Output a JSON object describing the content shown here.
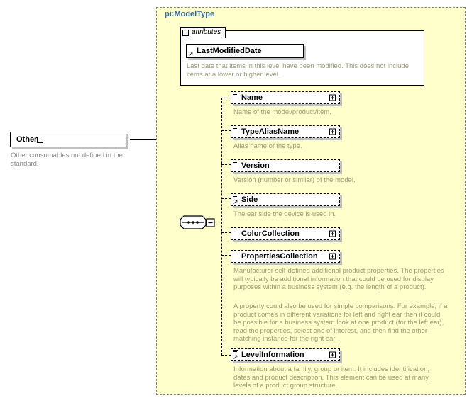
{
  "diagram": {
    "kind": "xsd-schema-documentation",
    "colors": {
      "type_background": "#FFFFCC",
      "type_title": "#336699",
      "annotation_text": "#9a9a72",
      "box_fill": "#FFFFFF",
      "box_shadow": "#C0C0C0",
      "line": "#000000"
    }
  },
  "root_element": {
    "name": "Other",
    "annotation": "Other consumables not defined in the standard.",
    "collapse_icon": "minus-toggle-icon"
  },
  "complex_type": {
    "title": "pi:ModelType",
    "attributes_panel": {
      "tab_label": "attributes",
      "toggle_icon": "minus-toggle-icon",
      "attributes": [
        {
          "name": "LastModifiedDate",
          "annotation": "Last date that items in this level have been modified. This does not include items at a lower or higher level.",
          "has_doc_icon": false,
          "has_arrow_icon": true,
          "expandable": false
        }
      ]
    },
    "compositor": {
      "kind": "sequence",
      "icon": "sequence-compositor-icon",
      "toggle_icon": "minus-toggle-icon"
    },
    "elements": [
      {
        "name": "Name",
        "annotation": "Name of the model/product/item.",
        "has_doc_icon": true,
        "has_arrow_icon": false,
        "expandable": true,
        "expand_icon": "plus-toggle-icon"
      },
      {
        "name": "TypeAliasName",
        "annotation": "Alias name of the type.",
        "has_doc_icon": true,
        "has_arrow_icon": false,
        "expandable": true,
        "expand_icon": "plus-toggle-icon"
      },
      {
        "name": "Version",
        "annotation": "Version (number or similar) of the model.",
        "has_doc_icon": true,
        "has_arrow_icon": false,
        "expandable": false,
        "expand_icon": ""
      },
      {
        "name": "Side",
        "annotation": "The ear side the device is used in.",
        "has_doc_icon": true,
        "has_arrow_icon": true,
        "expandable": false,
        "expand_icon": ""
      },
      {
        "name": "ColorCollection",
        "annotation": "",
        "has_doc_icon": false,
        "has_arrow_icon": false,
        "expandable": true,
        "expand_icon": "plus-toggle-icon"
      },
      {
        "name": "PropertiesCollection",
        "annotation": "Manufacturer self-defined additional product properties.  The properties will typically be additional information that could be used for display purposes within a business system (e.g. the length of a product).",
        "annotation2": "A property could also be used for simple comparisons.  For example, if a product comes in different variations for left and right ear then it could be possible for a business system look at one product (for the left ear), read the properties, select one of interest, and then find the other matching instance for the right ear.",
        "has_doc_icon": false,
        "has_arrow_icon": false,
        "expandable": true,
        "expand_icon": "plus-toggle-icon"
      },
      {
        "name": "LevelInformation",
        "annotation": "Information about a family, group or item. It includes identification, dates and product description. This element can be used at many levels of a product group structure.",
        "has_doc_icon": true,
        "has_arrow_icon": true,
        "expandable": true,
        "expand_icon": "plus-toggle-icon"
      }
    ]
  }
}
